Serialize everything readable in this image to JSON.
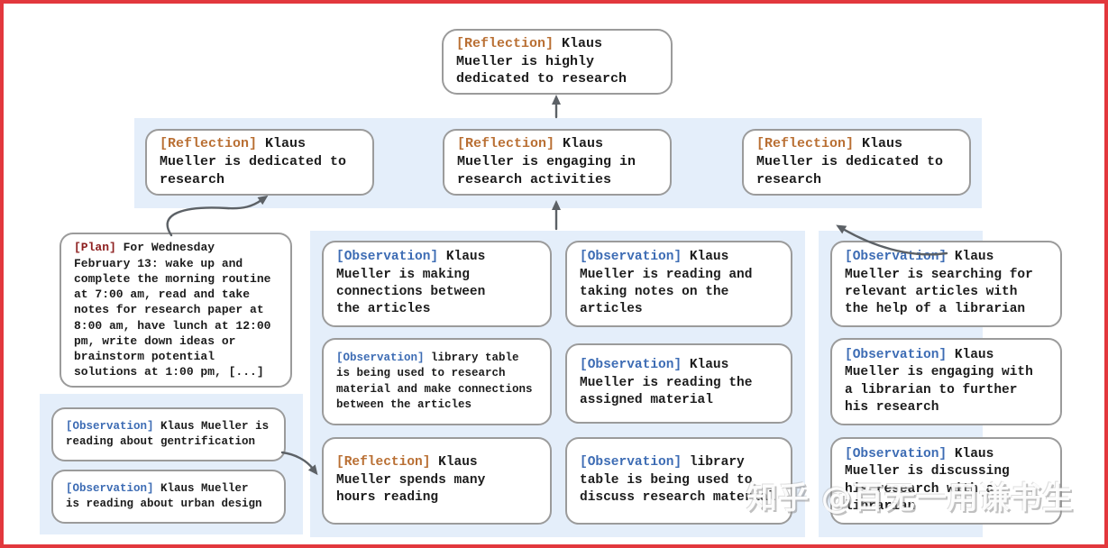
{
  "colors": {
    "frame": "#e2383d",
    "band": "#e4eefa",
    "box_border": "#9b9b9b",
    "arrow": "#5c6166",
    "reflection": "#b96f33",
    "observation": "#3d6cb4",
    "plan": "#8e2020"
  },
  "watermark": "知乎 @百无一用谦书生",
  "nodes": {
    "top": {
      "tag": "[Reflection]",
      "text": "Klaus\nMueller is highly\ndedicated to research"
    },
    "row2": [
      {
        "tag": "[Reflection]",
        "text": "Klaus\nMueller is dedicated to\nresearch"
      },
      {
        "tag": "[Reflection]",
        "text": "Klaus\nMueller is engaging in\nresearch activities"
      },
      {
        "tag": "[Reflection]",
        "text": "Klaus\nMueller is dedicated to\nresearch"
      }
    ],
    "plan": {
      "tag": "[Plan]",
      "text": "For Wednesday\nFebruary 13: wake up and\ncomplete the morning routine\nat 7:00 am, read and take\nnotes for research paper at\n8:00 am, have lunch at 12:00\npm, write down ideas or\nbrainstorm potential\nsolutions at 1:00 pm, [...]"
    },
    "left_observations": [
      {
        "tag": "[Observation]",
        "text": "Klaus Mueller is\nreading about gentrification"
      },
      {
        "tag": "[Observation]",
        "text": "Klaus Mueller\nis reading about urban design"
      }
    ],
    "middle_col1": [
      {
        "tag": "[Observation]",
        "text": "Klaus\nMueller is making\nconnections between\nthe articles"
      },
      {
        "tag": "[Observation]",
        "text": "library table\nis being used to research\nmaterial and make connections\nbetween the articles"
      },
      {
        "tag": "[Reflection]",
        "text": "Klaus\nMueller spends many\nhours reading"
      }
    ],
    "middle_col2": [
      {
        "tag": "[Observation]",
        "text": "Klaus\nMueller is reading and\ntaking notes on the\narticles"
      },
      {
        "tag": "[Observation]",
        "text": "Klaus\nMueller is reading the\nassigned material"
      },
      {
        "tag": "[Observation]",
        "text": "library\ntable is being used to\ndiscuss research material"
      }
    ],
    "right_col": [
      {
        "tag": "[Observation]",
        "text": "Klaus\nMueller is searching for\nrelevant articles with\nthe help of a librarian"
      },
      {
        "tag": "[Observation]",
        "text": "Klaus\nMueller is engaging with\na librarian to further\nhis research"
      },
      {
        "tag": "[Observation]",
        "text": "Klaus\nMueller is discussing\nhis research with a\nlibrarian"
      }
    ]
  }
}
